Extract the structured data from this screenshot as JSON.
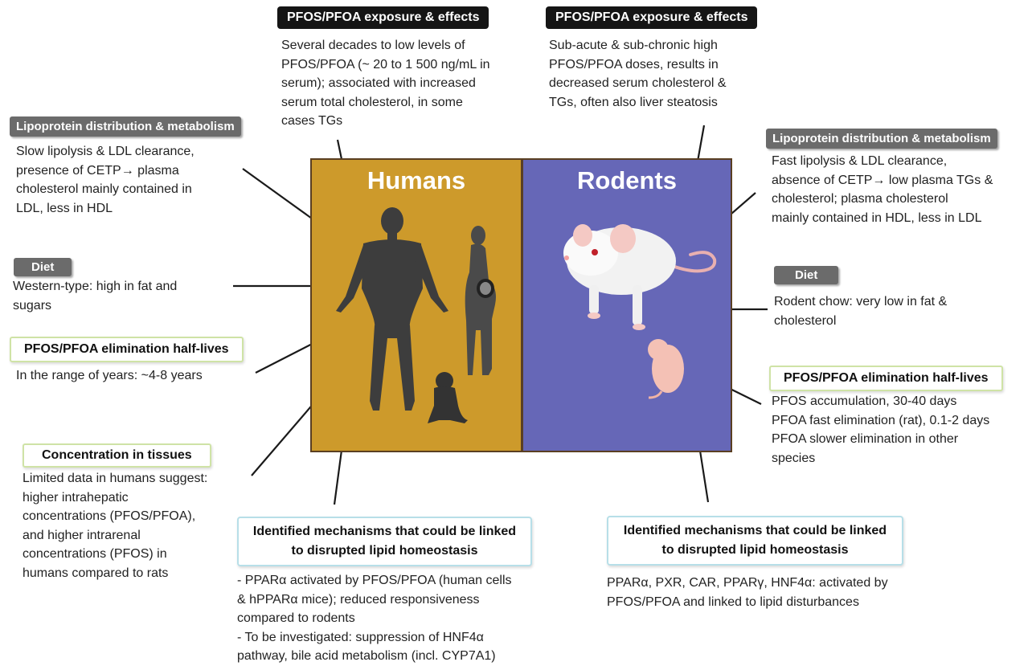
{
  "panels": {
    "humans": {
      "title": "Humans",
      "color": "#cd9a2b"
    },
    "rodents": {
      "title": "Rodents",
      "color": "#6667b7"
    }
  },
  "top_left": {
    "header": "PFOS/PFOA exposure & effects",
    "text": "Several decades to low  levels of\nPFOS/PFOA (~ 20 to 1 500 ng/mL in\nserum); associated with increased\nserum total cholesterol,  in some\ncases TGs"
  },
  "top_right": {
    "header": "PFOS/PFOA exposure & effects",
    "text": "Sub-acute & sub-chronic high\nPFOS/PFOA doses, results in\ndecreased serum cholesterol &\nTGs, often also liver steatosis"
  },
  "left": {
    "lipoprotein": {
      "header": "Lipoprotein distribution & metabolism",
      "text": "Slow lipolysis & LDL clearance,\npresence of CETP→ plasma\ncholesterol mainly contained in\nLDL, less in HDL"
    },
    "diet": {
      "header": "Diet",
      "text": "Western-type: high in fat and\nsugars"
    },
    "half_lives": {
      "header": "PFOS/PFOA elimination half-lives",
      "text": "In the range of years: ~4-8 years"
    },
    "tissues": {
      "header": "Concentration in tissues",
      "text": "Limited data in humans suggest:\nhigher  intrahepatic\nconcentrations (PFOS/PFOA),\nand higher  intrarenal\nconcentrations (PFOS)  in\nhumans compared to rats"
    }
  },
  "right": {
    "lipoprotein": {
      "header": "Lipoprotein distribution & metabolism",
      "text": "Fast lipolysis & LDL clearance,\nabsence of CETP→ low plasma TGs &\ncholesterol; plasma cholesterol\nmainly contained in HDL, less in  LDL"
    },
    "diet": {
      "header": "Diet",
      "text": "Rodent chow: very low in fat &\ncholesterol"
    },
    "half_lives": {
      "header": "PFOS/PFOA elimination half-lives",
      "text": "PFOS accumulation,  30-40 days\nPFOA fast elimination (rat),  0.1-2 days\nPFOA slower elimination in other\nspecies"
    }
  },
  "bottom_left": {
    "header": "Identified mechanisms that could be linked\nto disrupted lipid homeostasis",
    "text": "- PPARα activated by PFOS/PFOA (human cells\n& hPPARα  mice); reduced responsiveness\ncompared to rodents\n- To be investigated: suppression of  HNF4α\npathway,  bile acid metabolism (incl. CYP7A1)"
  },
  "bottom_right": {
    "header": "Identified mechanisms that could be linked\nto disrupted lipid homeostasis",
    "text": "PPARα, PXR, CAR, PPARγ, HNF4α:  activated by\nPFOS/PFOA and linked to lipid disturbances"
  }
}
